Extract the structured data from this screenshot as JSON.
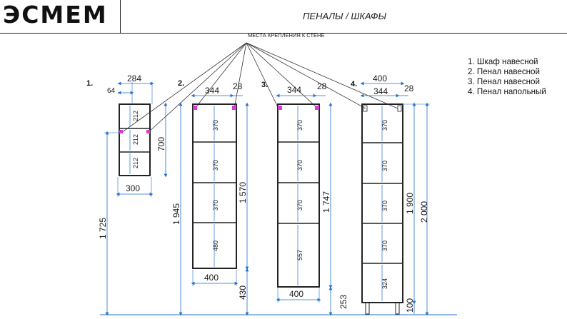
{
  "brand": "ЭСМЕМ",
  "title": "ПЕНАЛЫ / ШКАФЫ",
  "annotation": "МЕСТА КРЕПЛЕНИЯ К СТЕНЕ",
  "legend": [
    "1. Шкаф навесной",
    "2. Пенал навесной",
    "3. Пенал навесной",
    "4. Пенал напольный"
  ],
  "unit_labels": {
    "u1": {
      "num": "1.",
      "top_total": "284",
      "left_gap": "64",
      "shelves": [
        "212",
        "212",
        "212"
      ],
      "height": "700",
      "width": "300",
      "floor": "1 725"
    },
    "u2": {
      "num": "2.",
      "inner": "344",
      "side": "28",
      "shelves": [
        "370",
        "370",
        "370",
        "480"
      ],
      "height": "1 570",
      "width": "400",
      "floor": "1 945",
      "gap": "430"
    },
    "u3": {
      "num": "3.",
      "inner": "344",
      "side": "28",
      "shelves": [
        "370",
        "370",
        "370",
        "557"
      ],
      "height": "1 747",
      "width": "400",
      "gap": "253"
    },
    "u4": {
      "num": "4.",
      "top_total": "400",
      "inner": "344",
      "side": "28",
      "shelves": [
        "370",
        "370",
        "370",
        "370",
        "324"
      ],
      "height": "1 900",
      "total": "2 000",
      "legs": "100"
    }
  },
  "colors": {
    "line": "#222222",
    "dim": "#1f6fd0",
    "mount": "#d63bd6",
    "leader": "#333333"
  }
}
